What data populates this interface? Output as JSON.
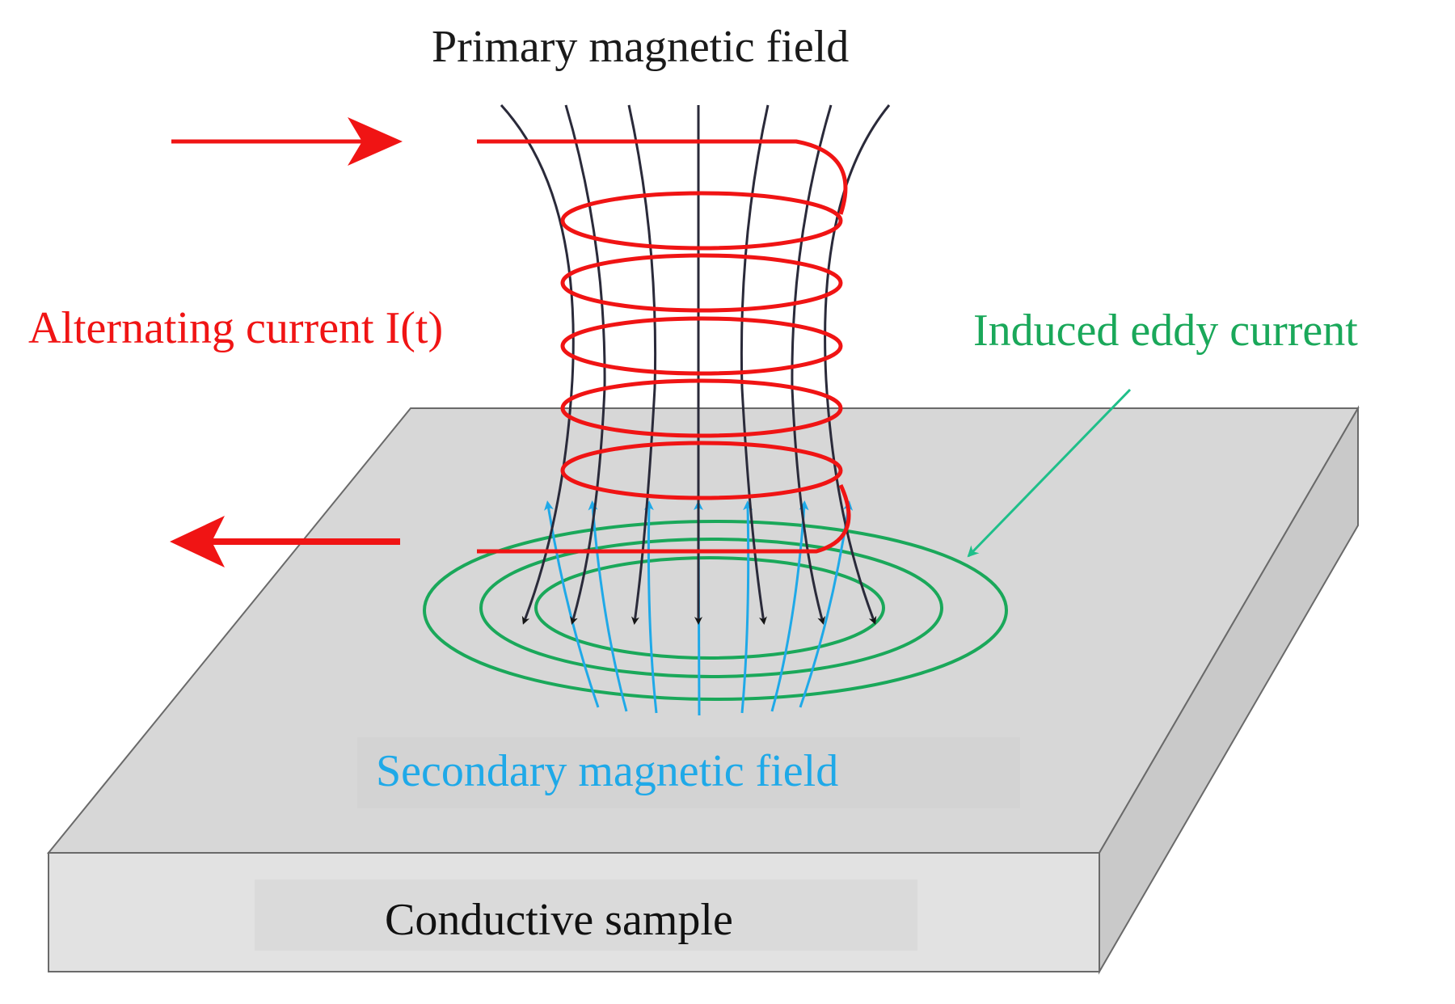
{
  "labels": {
    "primary_field": "Primary magnetic field",
    "alternating_current": "Alternating current I(t)",
    "eddy_current": "Induced eddy current",
    "secondary_field": "Secondary magnetic field",
    "sample": "Conductive sample"
  },
  "colors": {
    "coil": "#f01414",
    "primary_field_lines": "#2a2a3a",
    "eddy_current": "#1aa85a",
    "secondary_field": "#1fa9e8",
    "sample_top": "#d7d7d7",
    "sample_side": "#e2e2e2",
    "outline": "#6a6a6a"
  }
}
